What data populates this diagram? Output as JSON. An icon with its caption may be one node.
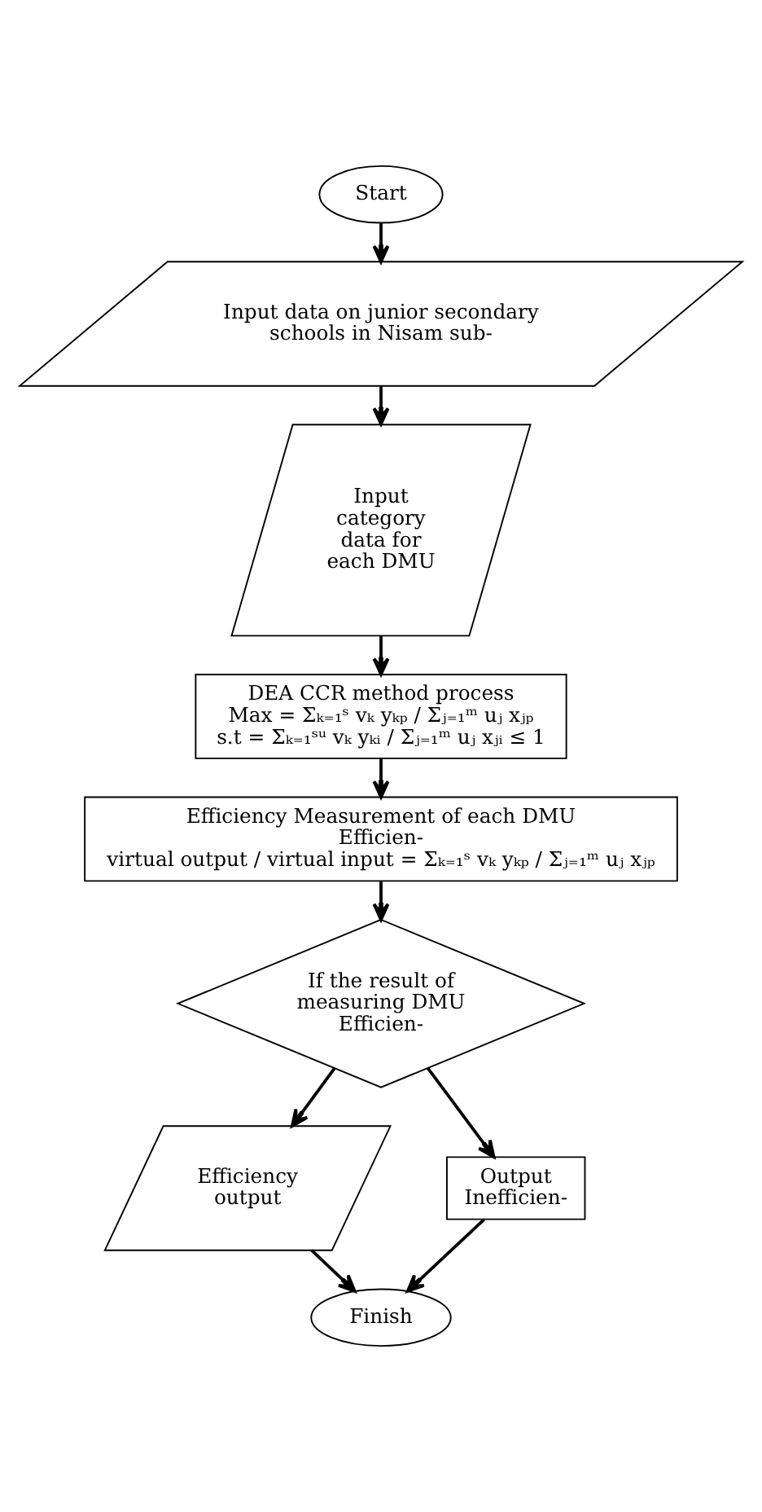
{
  "diagram": {
    "nodes": [
      {
        "text": [
          "Start"
        ]
      },
      {
        "text": [
          "Input data on junior secondary schools in Nisam sub-"
        ]
      },
      {
        "text": [
          "Input category data for each DMU"
        ]
      },
      {
        "text": [
          "DEA CCR method process",
          "Max = Σₖ₌₁ˢ vₖ yₖₚ / Σⱼ₌₁ᵐ uⱼ xⱼₚ",
          "s.t = Σₖ₌₁ˢᵘ vₖ yₖᵢ / Σⱼ₌₁ᵐ uⱼ xⱼᵢ ≤ 1"
        ]
      },
      {
        "text": [
          "Efficiency Measurement of each DMU",
          "Efficien-",
          "virtual output / virtual input = Σₖ₌₁ˢ vₖ yₖₚ / Σⱼ₌₁ᵐ uⱼ xⱼₚ"
        ]
      },
      {
        "text": [
          "If the result of measuring DMU Efficien-"
        ]
      },
      {
        "text": [
          "Efficiency output"
        ]
      },
      {
        "text": [
          "Output Inefficien-"
        ]
      },
      {
        "text": [
          "Finish"
        ]
      }
    ],
    "edges": [
      {
        "from": 0,
        "to": 1,
        "arrow": "to"
      },
      {
        "from": 1,
        "to": 2,
        "arrow": "to"
      },
      {
        "from": 2,
        "to": 3,
        "arrow": "to"
      },
      {
        "from": 3,
        "to": 4,
        "arrow": "to"
      },
      {
        "from": 4,
        "to": 5,
        "arrow": "to"
      },
      {
        "from": 5,
        "to": 6,
        "arrow": "to"
      },
      {
        "from": 5,
        "to": 7,
        "arrow": "to"
      },
      {
        "from": 6,
        "to": 8,
        "arrow": "to"
      },
      {
        "from": 7,
        "to": 8,
        "arrow": "to"
      }
    ]
  }
}
